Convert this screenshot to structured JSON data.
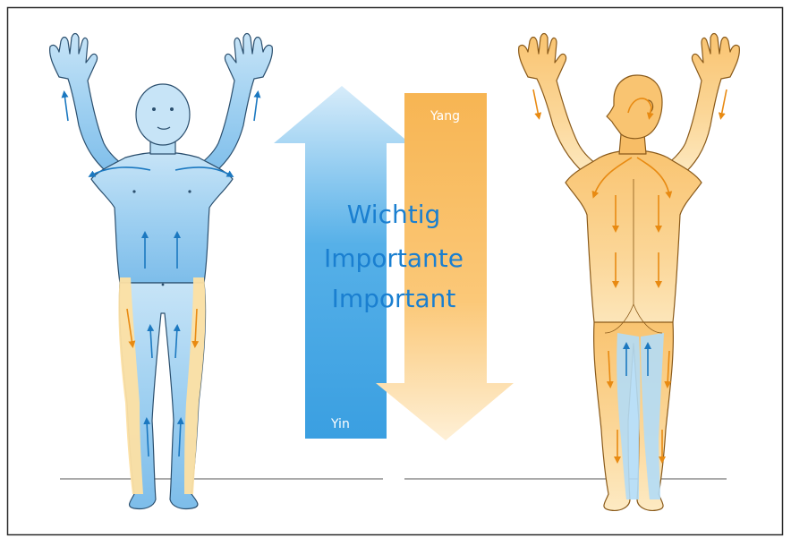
{
  "center_labels": {
    "line1": "Wichtig",
    "line2": "Importante",
    "line3": "Important"
  },
  "arrows": {
    "yin": {
      "label": "Yin",
      "direction": "up",
      "color": "#3aa0e0"
    },
    "yang": {
      "label": "Yang",
      "direction": "down",
      "color": "#f5b555"
    }
  },
  "figures": {
    "front": {
      "icon": "front-body-figure-icon",
      "main_color": "#a9d6f3",
      "accent_color": "#fde0a3"
    },
    "back": {
      "icon": "back-body-figure-icon",
      "main_color": "#fbd28a",
      "accent_color": "#a9d6f3"
    }
  },
  "colors": {
    "frame": "#2a2a2a",
    "ground_line": "#555555",
    "yin_flow": "#1b78c0",
    "yang_flow": "#e88a12",
    "text_blue": "#1a7fd0",
    "text_white": "#ffffff"
  }
}
